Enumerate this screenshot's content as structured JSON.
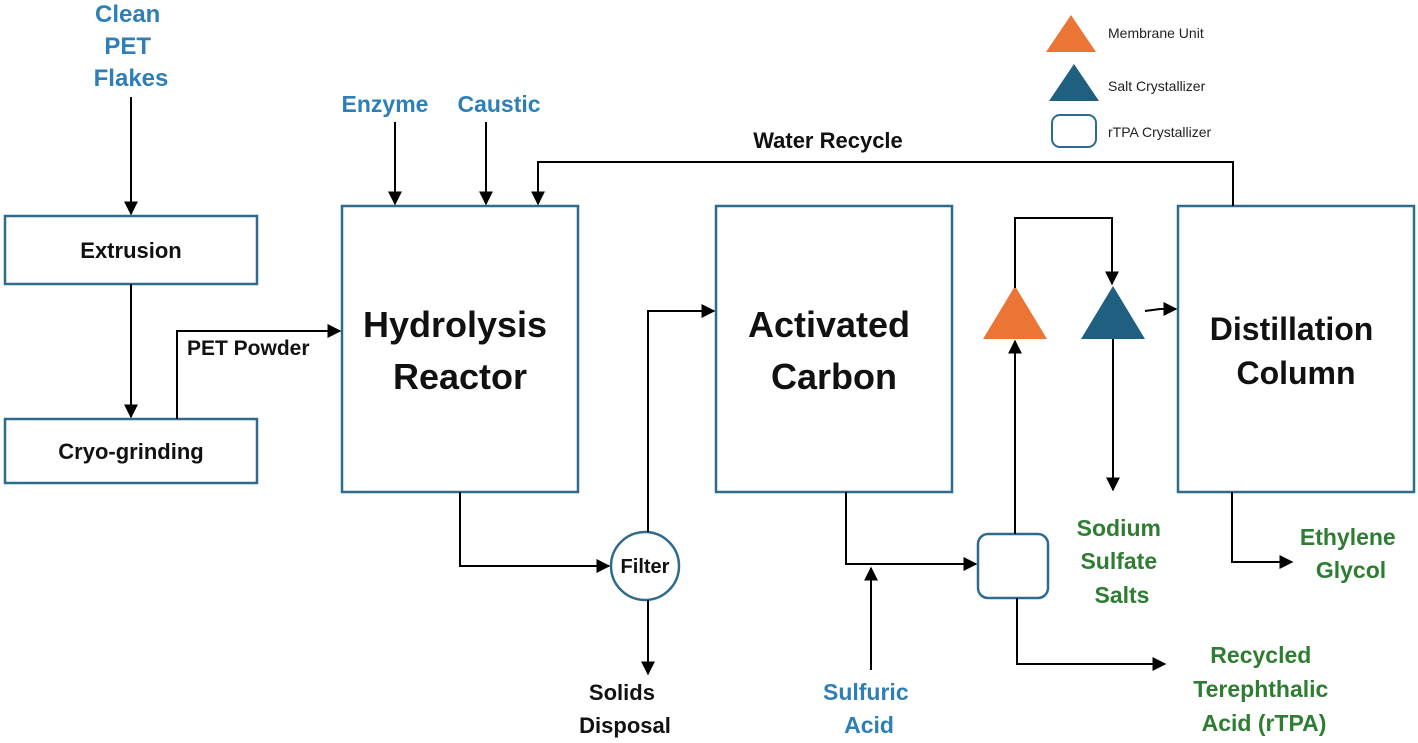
{
  "colors": {
    "box_stroke": "#2e6b8c",
    "input_label": "#2e7fb8",
    "output_label": "#2e7d32",
    "membrane": "#ea7534",
    "salt_crystallizer": "#1f5f7f"
  },
  "inputs": {
    "pet_flakes": [
      "Clean",
      "PET",
      "Flakes"
    ],
    "enzyme": "Enzyme",
    "caustic": "Caustic",
    "sulfuric_acid": [
      "Sulfuric",
      "Acid"
    ]
  },
  "units": {
    "extrusion": "Extrusion",
    "cryo_grinding": "Cryo-grinding",
    "hydrolysis_reactor": [
      "Hydrolysis",
      "Reactor"
    ],
    "filter": "Filter",
    "activated_carbon": [
      "Activated",
      "Carbon"
    ],
    "distillation_column": [
      "Distillation",
      "Column"
    ]
  },
  "streams": {
    "pet_powder": "PET Powder",
    "water_recycle": "Water Recycle"
  },
  "outputs": {
    "solids_disposal": [
      "Solids",
      "Disposal"
    ],
    "sodium_sulfate_salts": [
      "Sodium",
      "Sulfate",
      "Salts"
    ],
    "ethylene_glycol": [
      "Ethylene",
      "Glycol"
    ],
    "rtpa": [
      "Recycled",
      "Terephthalic",
      "Acid (rTPA)"
    ]
  },
  "legend": {
    "membrane_unit": "Membrane Unit",
    "salt_crystallizer": "Salt Crystallizer",
    "rtpa_crystallizer": "rTPA Crystallizer"
  }
}
